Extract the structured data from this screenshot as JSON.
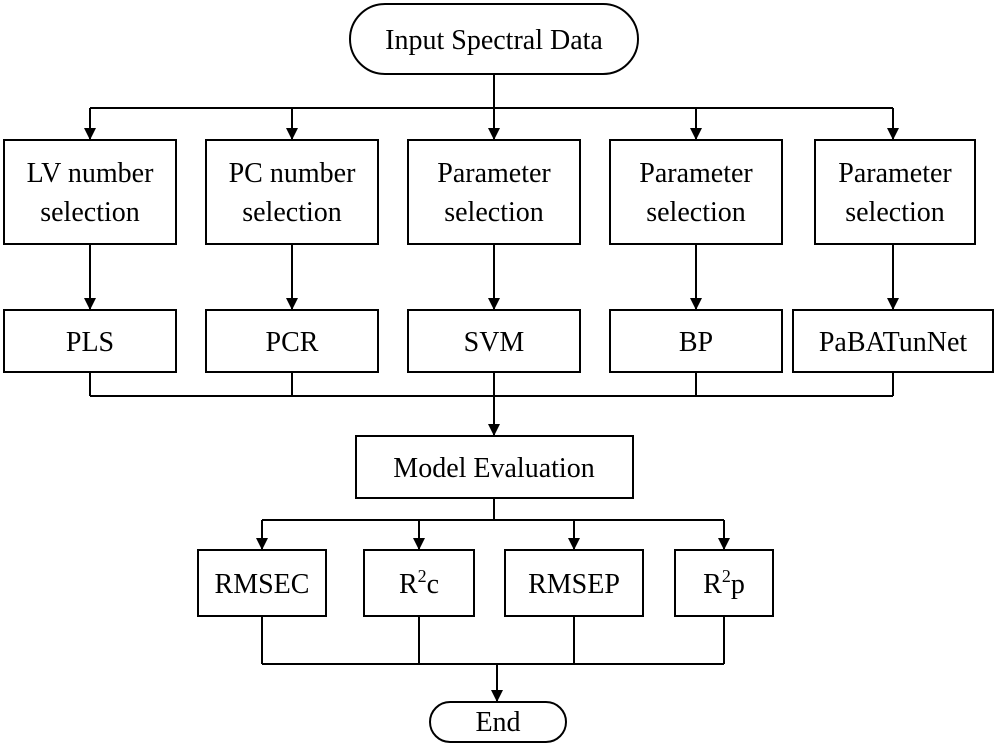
{
  "nodes": {
    "start": "Input Spectral Data",
    "selection": [
      [
        "LV number",
        "selection"
      ],
      [
        "PC number",
        "selection"
      ],
      [
        "Parameter",
        "selection"
      ],
      [
        "Parameter",
        "selection"
      ],
      [
        "Parameter",
        "selection"
      ]
    ],
    "models": [
      "PLS",
      "PCR",
      "SVM",
      "BP",
      "PaBATunNet"
    ],
    "evaluation": "Model Evaluation",
    "metrics": {
      "rmsec": "RMSEC",
      "r2c": {
        "base": "R",
        "sup": "2",
        "sub": "c"
      },
      "rmsep": "RMSEP",
      "r2p": {
        "base": "R",
        "sup": "2",
        "sub": "p"
      }
    },
    "end": "End"
  }
}
